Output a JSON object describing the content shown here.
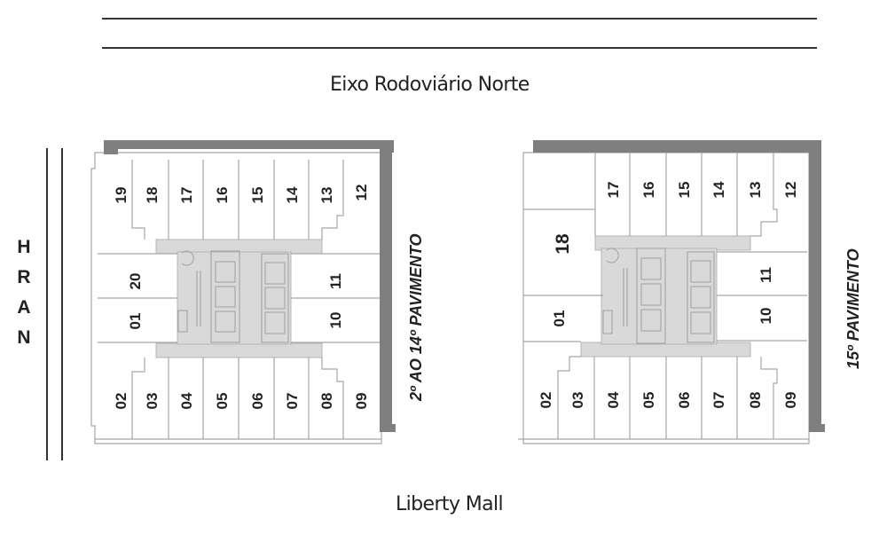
{
  "streets": {
    "top": "Eixo Rodoviário Norte",
    "bottom": "Liberty Mall",
    "left_letters": [
      "H",
      "R",
      "A",
      "N"
    ]
  },
  "colors": {
    "wall": "#7f7f7f",
    "core": "#d9d9d9",
    "unit_border": "#a6a6a6",
    "text": "#222222",
    "road_line": "#333333"
  },
  "plans": [
    {
      "id": "typical",
      "label": "2º AO 14º PAVIMENTO",
      "top_units": [
        "19",
        "18",
        "17",
        "16",
        "15",
        "14",
        "13",
        "12"
      ],
      "left_units": [
        "20",
        "01"
      ],
      "right_units": [
        "11",
        "10"
      ],
      "bottom_units": [
        "02",
        "03",
        "04",
        "05",
        "06",
        "07",
        "08",
        "09"
      ]
    },
    {
      "id": "fifteenth",
      "label": "15º PAVIMENTO",
      "top_units": [
        "17",
        "16",
        "15",
        "14",
        "13",
        "12"
      ],
      "large_unit": "18",
      "left_units": [
        "01"
      ],
      "right_units": [
        "11",
        "10"
      ],
      "bottom_units": [
        "02",
        "03",
        "04",
        "05",
        "06",
        "07",
        "08",
        "09"
      ]
    }
  ]
}
